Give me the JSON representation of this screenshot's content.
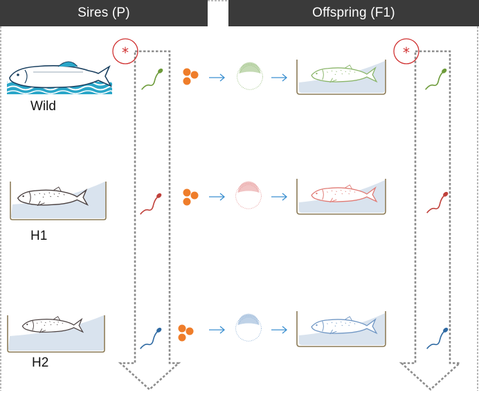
{
  "headers": {
    "sires": "Sires (P)",
    "offspring": "Offspring (F1)"
  },
  "rows": [
    {
      "label": "Wild",
      "color": "#6d9b3a"
    },
    {
      "label": "H1",
      "color": "#c0413b"
    },
    {
      "label": "H2",
      "color": "#2f6aa3"
    }
  ],
  "colors": {
    "header_bg": "#3a3a3a",
    "egg": "#ef7d2a",
    "arrow": "#3a8fd0",
    "asterisk": "#d03030",
    "tank_water": "#d9e3ee",
    "tank_outline": "#8a7a56",
    "border": "#909090"
  },
  "icons": [
    "salmon-icon",
    "sperm-icon",
    "egg-cluster-icon",
    "embryo-icon",
    "tank-icon",
    "asterisk-icon"
  ]
}
